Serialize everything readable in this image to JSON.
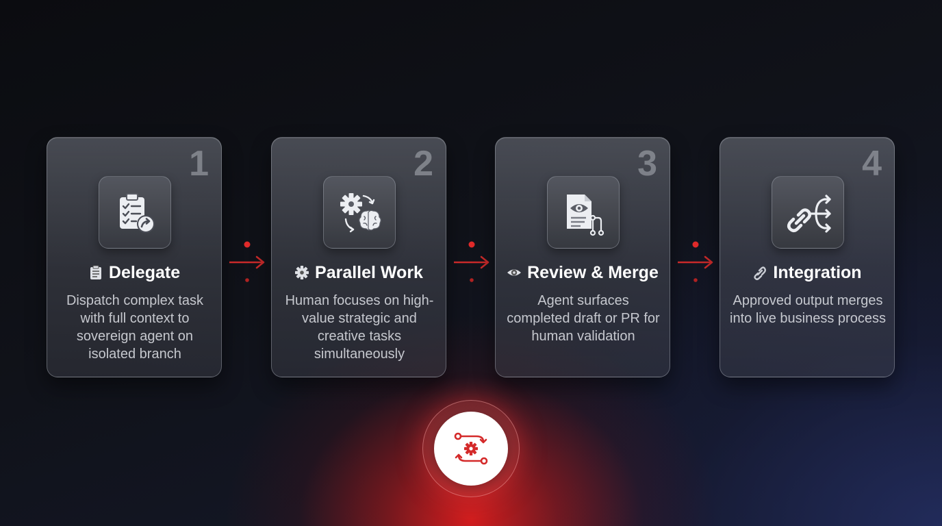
{
  "steps": [
    {
      "number": "1",
      "title": "Delegate",
      "title_icon": "clipboard-icon",
      "main_icon": "clipboard-checklist-share-icon",
      "description": "Dispatch complex task with full context to sovereign agent on isolated branch"
    },
    {
      "number": "2",
      "title": "Parallel Work",
      "title_icon": "gear-icon",
      "main_icon": "gear-brain-cycle-icon",
      "description": "Human focuses on high-value strategic and creative tasks simultaneously"
    },
    {
      "number": "3",
      "title": "Review & Merge",
      "title_icon": "eye-icon",
      "main_icon": "document-eye-merge-icon",
      "description": "Agent surfaces completed draft or PR for human validation"
    },
    {
      "number": "4",
      "title": "Integration",
      "title_icon": "link-icon",
      "main_icon": "link-branch-arrows-icon",
      "description": "Approved output merges into live business process"
    }
  ],
  "hub": {
    "icon": "workflow-gear-icon"
  },
  "colors": {
    "accent": "#d42a2a",
    "card_text": "#ffffff",
    "hub_fill": "#ffffff"
  }
}
